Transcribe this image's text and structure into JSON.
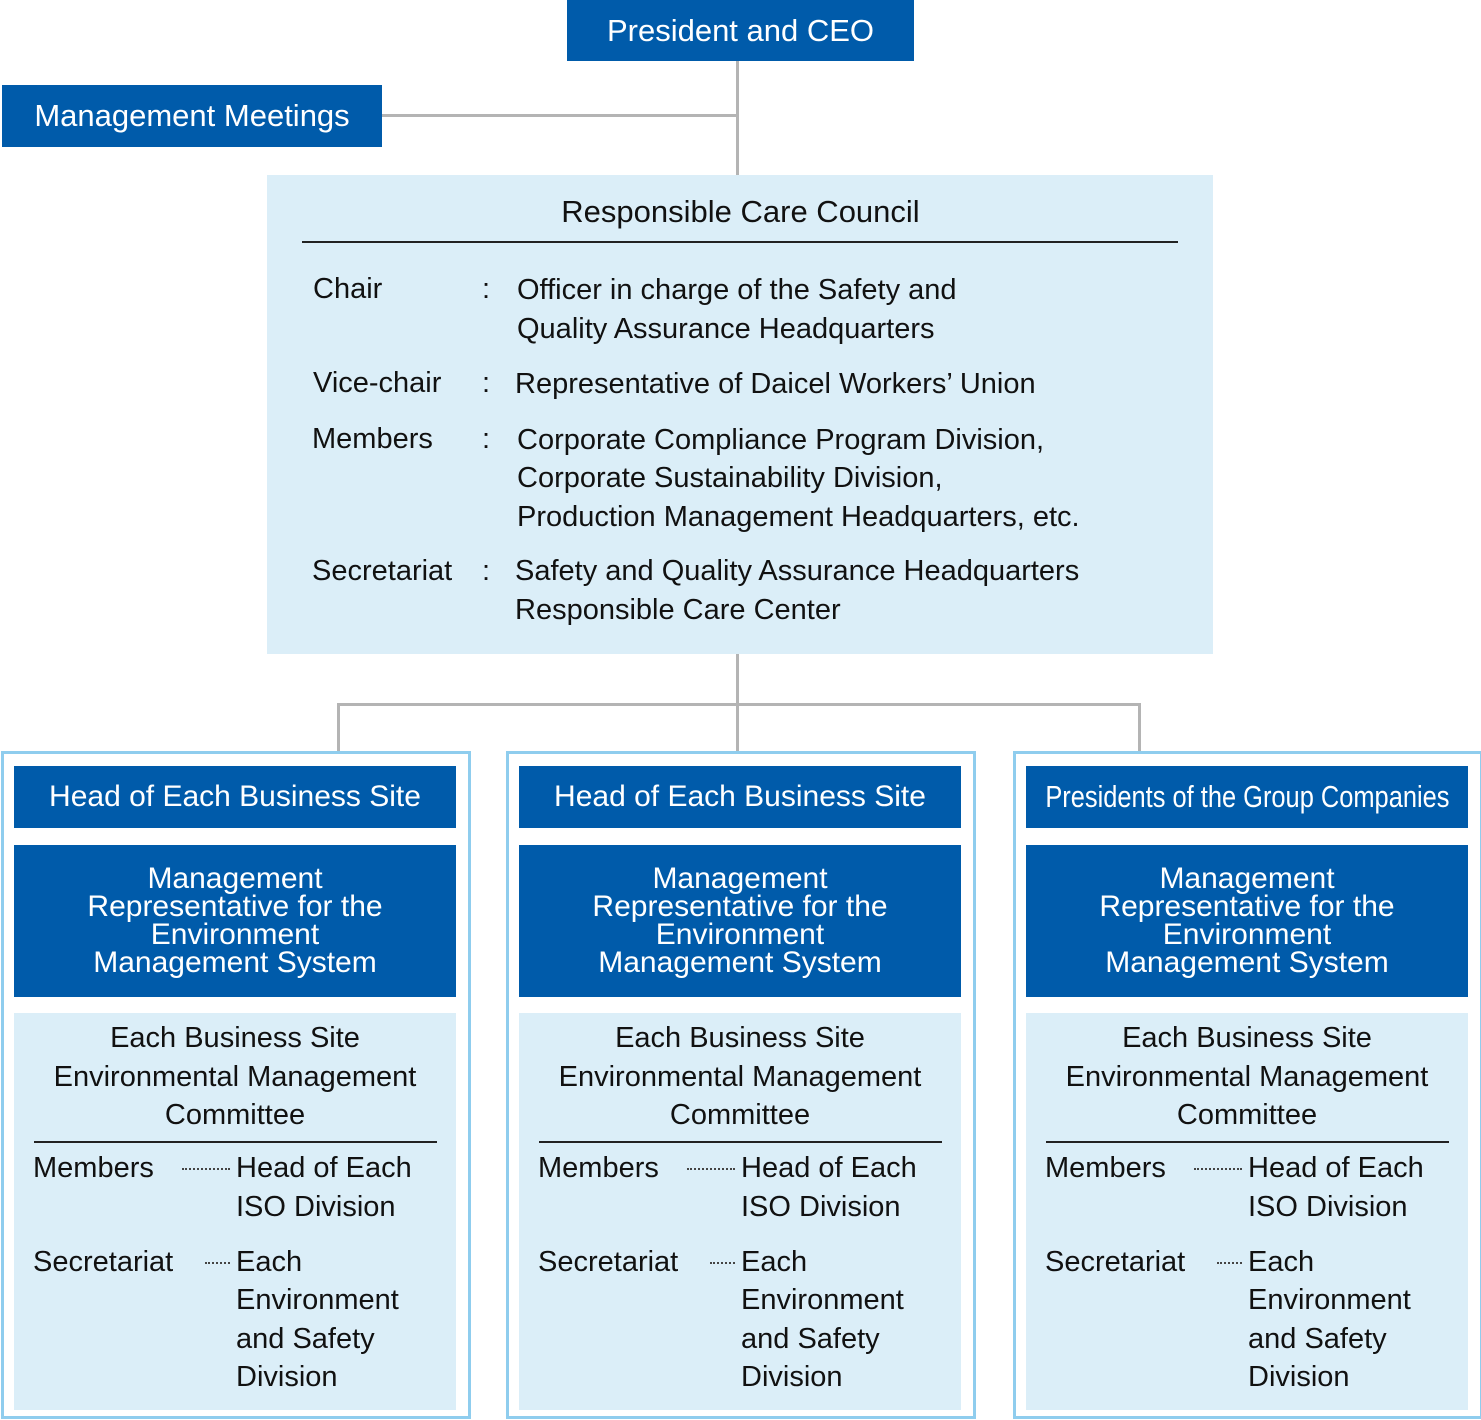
{
  "top": {
    "ceo": "President and CEO",
    "meetings": "Management Meetings"
  },
  "council": {
    "title": "Responsible Care Council",
    "chair_label": "Chair",
    "chair_lines": [
      "Officer in charge of the Safety and",
      "Quality Assurance Headquarters"
    ],
    "vice_label": "Vice-chair",
    "vice_lines": [
      "Representative of Daicel Workers’ Union"
    ],
    "members_label": "Members",
    "members_lines": [
      "Corporate Compliance Program Division,",
      "Corporate Sustainability Division,",
      "Production Management Headquarters, etc."
    ],
    "secretariat_label": "Secretariat",
    "secretariat_lines": [
      "Safety and Quality Assurance Headquarters",
      "Responsible Care Center"
    ],
    "colon": ":"
  },
  "columns": [
    {
      "head": "Head of Each Business Site",
      "rep_lines": [
        "Management",
        "Representative for the",
        "Environment",
        "Management System"
      ],
      "committee_lines": [
        "Each Business Site",
        "Environmental Management",
        "Committee"
      ],
      "members_label": "Members",
      "members_lines": [
        "Head of Each",
        "ISO Division"
      ],
      "secretariat_label": "Secretariat",
      "secretariat_lines": [
        "Each",
        "Environment",
        "and Safety",
        "Division"
      ]
    },
    {
      "head": "Head of Each Business Site",
      "rep_lines": [
        "Management",
        "Representative for the",
        "Environment",
        "Management System"
      ],
      "committee_lines": [
        "Each Business Site",
        "Environmental Management",
        "Committee"
      ],
      "members_label": "Members",
      "members_lines": [
        "Head of Each",
        "ISO Division"
      ],
      "secretariat_label": "Secretariat",
      "secretariat_lines": [
        "Each",
        "Environment",
        "and Safety",
        "Division"
      ]
    },
    {
      "head": "Presidents of the Group Companies",
      "rep_lines": [
        "Management",
        "Representative for the",
        "Environment",
        "Management System"
      ],
      "committee_lines": [
        "Each Business Site",
        "Environmental Management",
        "Committee"
      ],
      "members_label": "Members",
      "members_lines": [
        "Head of Each",
        "ISO Division"
      ],
      "secretariat_label": "Secretariat",
      "secretariat_lines": [
        "Each",
        "Environment",
        "and Safety",
        "Division"
      ]
    }
  ],
  "colors": {
    "dark_blue": "#005baa",
    "light_blue": "#dbeef8",
    "frame_blue": "#8fcdee",
    "connector": "#b4b4b4"
  }
}
